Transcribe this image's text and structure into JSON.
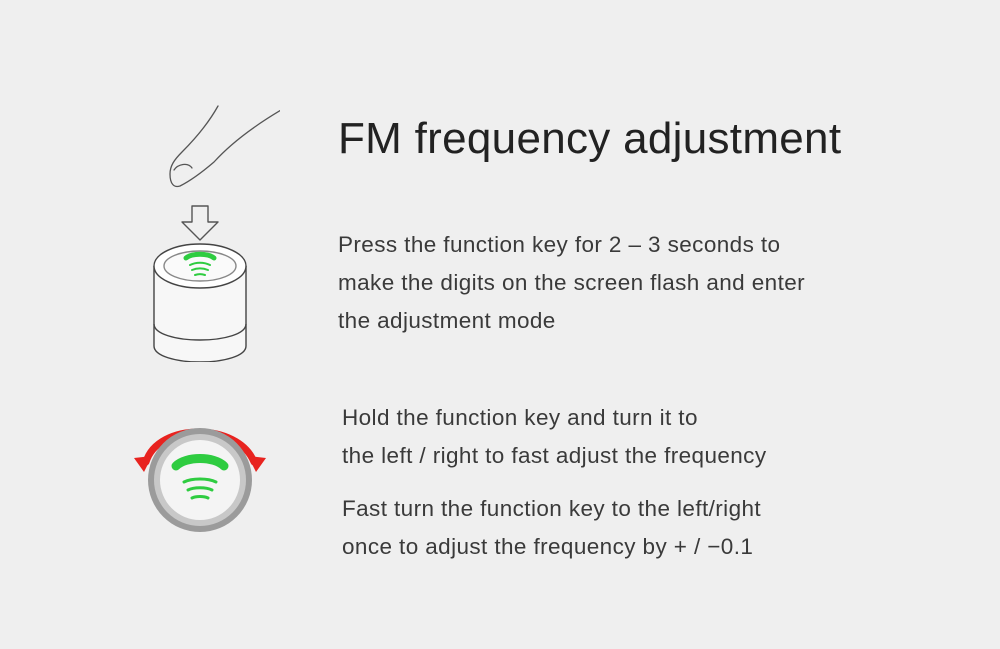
{
  "header": {
    "title": "FM frequency adjustment"
  },
  "steps": [
    {
      "lines": [
        "Press the function key for 2 – 3 seconds to",
        "make the digits on the screen flash and enter",
        "the adjustment mode"
      ],
      "illustration": "finger-press-speaker-icon"
    },
    {
      "lines": [
        "Hold the function key and turn it to",
        "the left / right to fast adjust the frequency"
      ],
      "illustration": "rotate-knob-icon"
    },
    {
      "lines": [
        "Fast turn the function key to the left/right",
        "once to adjust the frequency by + / −0.1"
      ]
    }
  ],
  "colors": {
    "background": "#efefef",
    "accent_green": "#2ecc40",
    "arrow_red": "#e8231f",
    "outline": "#4a4a4a"
  }
}
